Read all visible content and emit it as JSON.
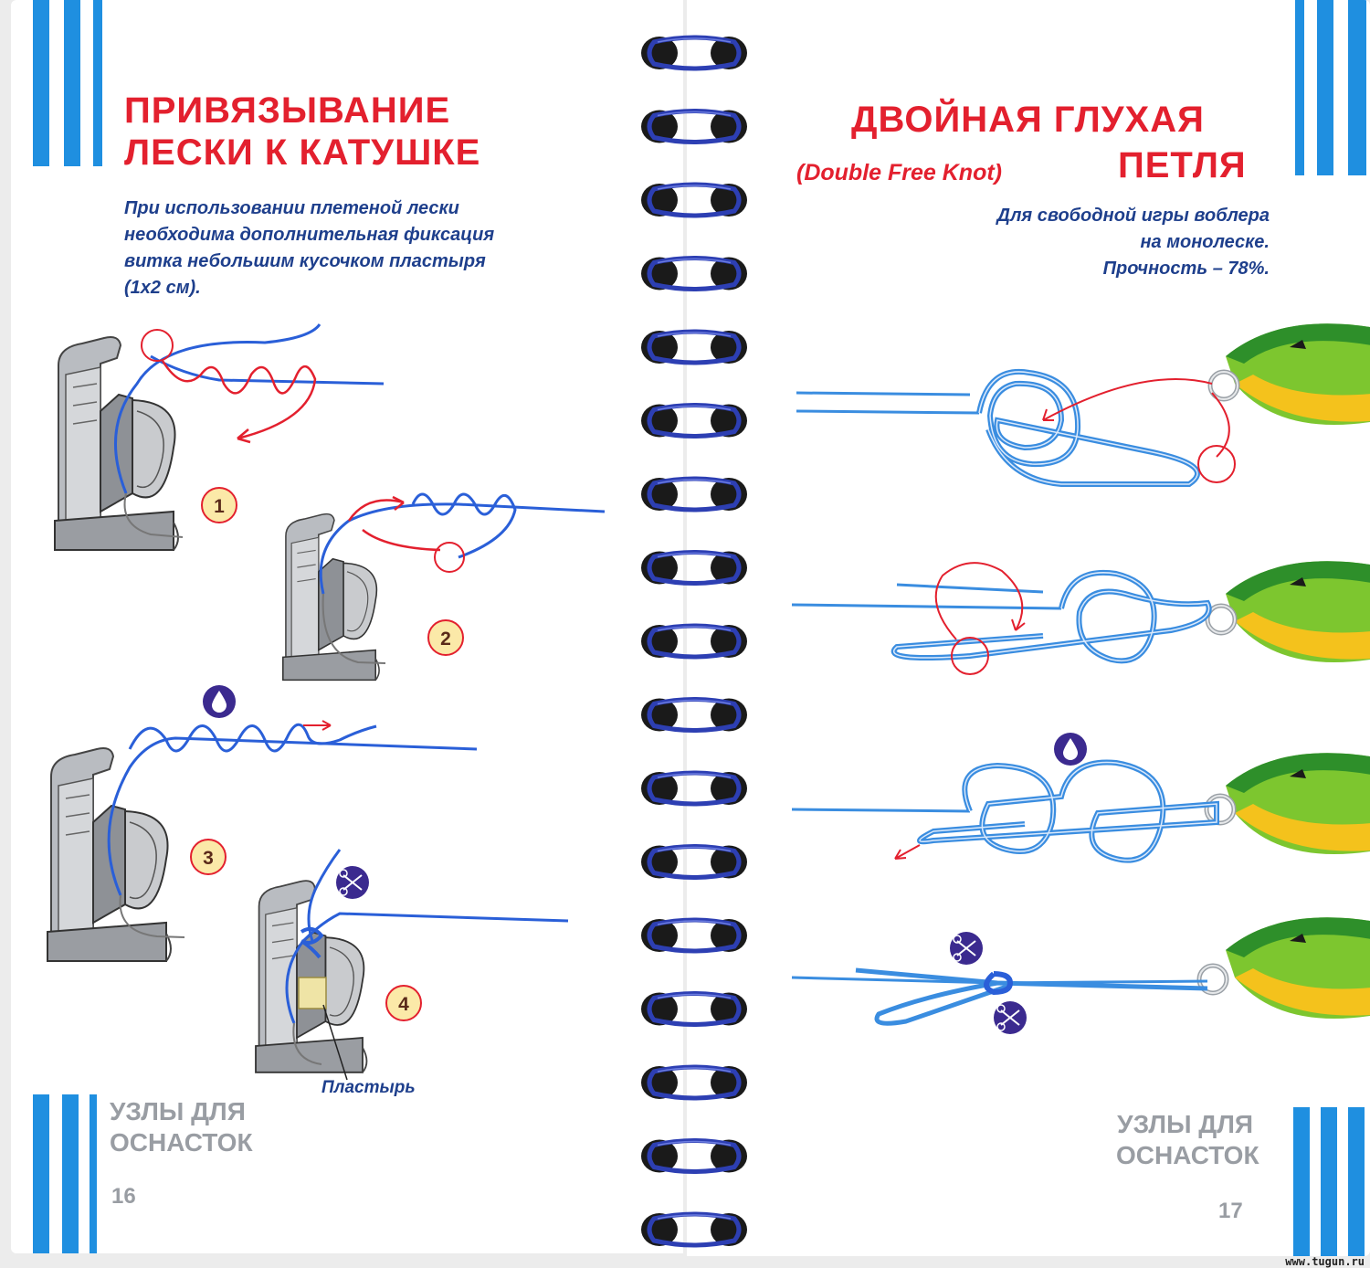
{
  "left_page": {
    "title_line1": "ПРИВЯЗЫВАНИЕ",
    "title_line2": "ЛЕСКИ К КАТУШКЕ",
    "description": [
      "При использовании плетеной лески",
      "необходима дополнительная фиксация",
      "витка небольшим кусочком пластыря",
      "(1х2 см)."
    ],
    "steps": [
      "1",
      "2",
      "3",
      "4"
    ],
    "patch_label": "Пластырь",
    "footer_line1": "УЗЛЫ ДЛЯ",
    "footer_line2": "ОСНАСТОК",
    "page_number": "16"
  },
  "right_page": {
    "title_line1": "ДВОЙНАЯ ГЛУХАЯ",
    "title_subtitle": "(Double Free Knot)",
    "title_line2": "ПЕТЛЯ",
    "description": [
      "Для свободной игры воблера",
      "на монолеске.",
      "Прочность – 78%."
    ],
    "footer_line1": "УЗЛЫ ДЛЯ",
    "footer_line2": "ОСНАСТОК",
    "page_number": "17"
  },
  "watermark": "www.tugun.ru",
  "icons": {
    "water_drop": "water-drop-icon",
    "scissors": "scissors-icon"
  },
  "colors": {
    "title_red": "#e3202e",
    "text_blue": "#1e3f8c",
    "line_blue": "#2a5fd8",
    "knot_blue": "#3a8de0",
    "stripe_blue": "#1f8fe0",
    "icon_purple": "#3b2a8f",
    "footer_gray": "#999da3"
  }
}
